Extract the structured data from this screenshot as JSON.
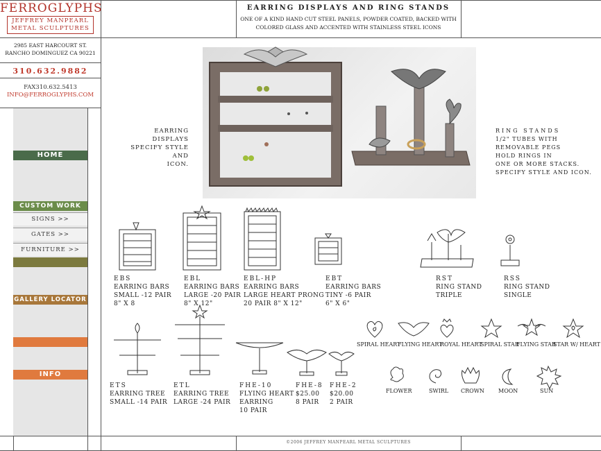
{
  "brand": {
    "name": "FERROGLYPHS",
    "line1": "JEFFREY MANPEARL",
    "line2": "METAL SCULPTURES"
  },
  "contact": {
    "street": "2985 EAST HARCOURT ST.",
    "city": "RANCHO DOMINGUEZ  CA  90221",
    "phone": "310.632.9882",
    "fax": "FAX310.632.5413",
    "email": "INFO@FERROGLYPHS.COM"
  },
  "nav": {
    "home": "HOME",
    "custom_work": "CUSTOM WORK",
    "signs": "SIGNS >>",
    "gates": "GATES >>",
    "furniture": "FURNITURE >>",
    "gallery_locator": "GALLERY LOCATOR",
    "info": "INFO"
  },
  "header": {
    "title": "EARRING DISPLAYS AND RING STANDS",
    "desc1": "ONE OF A KIND HAND CUT STEEL PANELS, POWDER COATED, BACKED WITH",
    "desc2": "COLORED GLASS AND ACCENTED WITH STAINLESS STEEL ICONS"
  },
  "photo_notes": {
    "earring1": "EARRING DISPLAYS",
    "earring2": "SPECIFY STYLE AND",
    "earring3": "ICON.",
    "ring1": "RING STANDS",
    "ring2": "1/2\" TUBES WITH",
    "ring3": "REMOVABLE PEGS",
    "ring4": "HOLD RINGS IN",
    "ring5": "ONE OR MORE STACKS.",
    "ring6": "SPECIFY STYLE AND ICON."
  },
  "products": [
    {
      "code": "EBS",
      "l1": "EARRING BARS",
      "l2": "SMALL -12 PAIR",
      "l3": "8\" X 8"
    },
    {
      "code": "EBL",
      "l1": "EARRING BARS",
      "l2": "LARGE -20 PAIR",
      "l3": "8\" X 12\""
    },
    {
      "code": "EBL-HP",
      "l1": "EARRING BARS",
      "l2": "LARGE HEART PRONG",
      "l3": "20 PAIR  8\" X 12\""
    },
    {
      "code": "EBT",
      "l1": "EARRING BARS",
      "l2": "TINY -6 PAIR",
      "l3": "6\" X 6\""
    },
    {
      "code": "RST",
      "l1": "RING STAND",
      "l2": "TRIPLE",
      "l3": ""
    },
    {
      "code": "RSS",
      "l1": "RING STAND",
      "l2": "SINGLE",
      "l3": ""
    },
    {
      "code": "ETS",
      "l1": "EARRING TREE",
      "l2": "SMALL -14 PAIR",
      "l3": ""
    },
    {
      "code": "ETL",
      "l1": "EARRING TREE",
      "l2": "LARGE -24 PAIR",
      "l3": ""
    },
    {
      "code": "FHE-10",
      "l1": "FLYING HEART",
      "l2": "EARRING",
      "l3": "10 PAIR"
    },
    {
      "code": "FHE-8",
      "l1": "$25.00",
      "l2": "8 PAIR",
      "l3": ""
    },
    {
      "code": "FHE-2",
      "l1": "$20.00",
      "l2": "2 PAIR",
      "l3": ""
    }
  ],
  "icons": {
    "spiral_heart": "SPIRAL HEART",
    "flying_heart": "FLYING HEART",
    "royal_heart": "ROYAL HEART",
    "spiral_star": "SPIRAL STAR",
    "flying_star": "FLYING STAR",
    "star_heart": "STAR W/ HEART",
    "flower": "FLOWER",
    "swirl": "SWIRL",
    "crown": "CROWN",
    "moon": "MOON",
    "sun": "SUN"
  },
  "footer": "©2006 JEFFREY MANPEARL METAL SCULPTURES",
  "colors": {
    "brand_red": "#b2322a",
    "home_green": "#4a6b4a",
    "custom_green": "#6b8c4a",
    "olive": "#7c7a3e",
    "gallery_brown": "#a8773a",
    "orange": "#e07a3e"
  }
}
